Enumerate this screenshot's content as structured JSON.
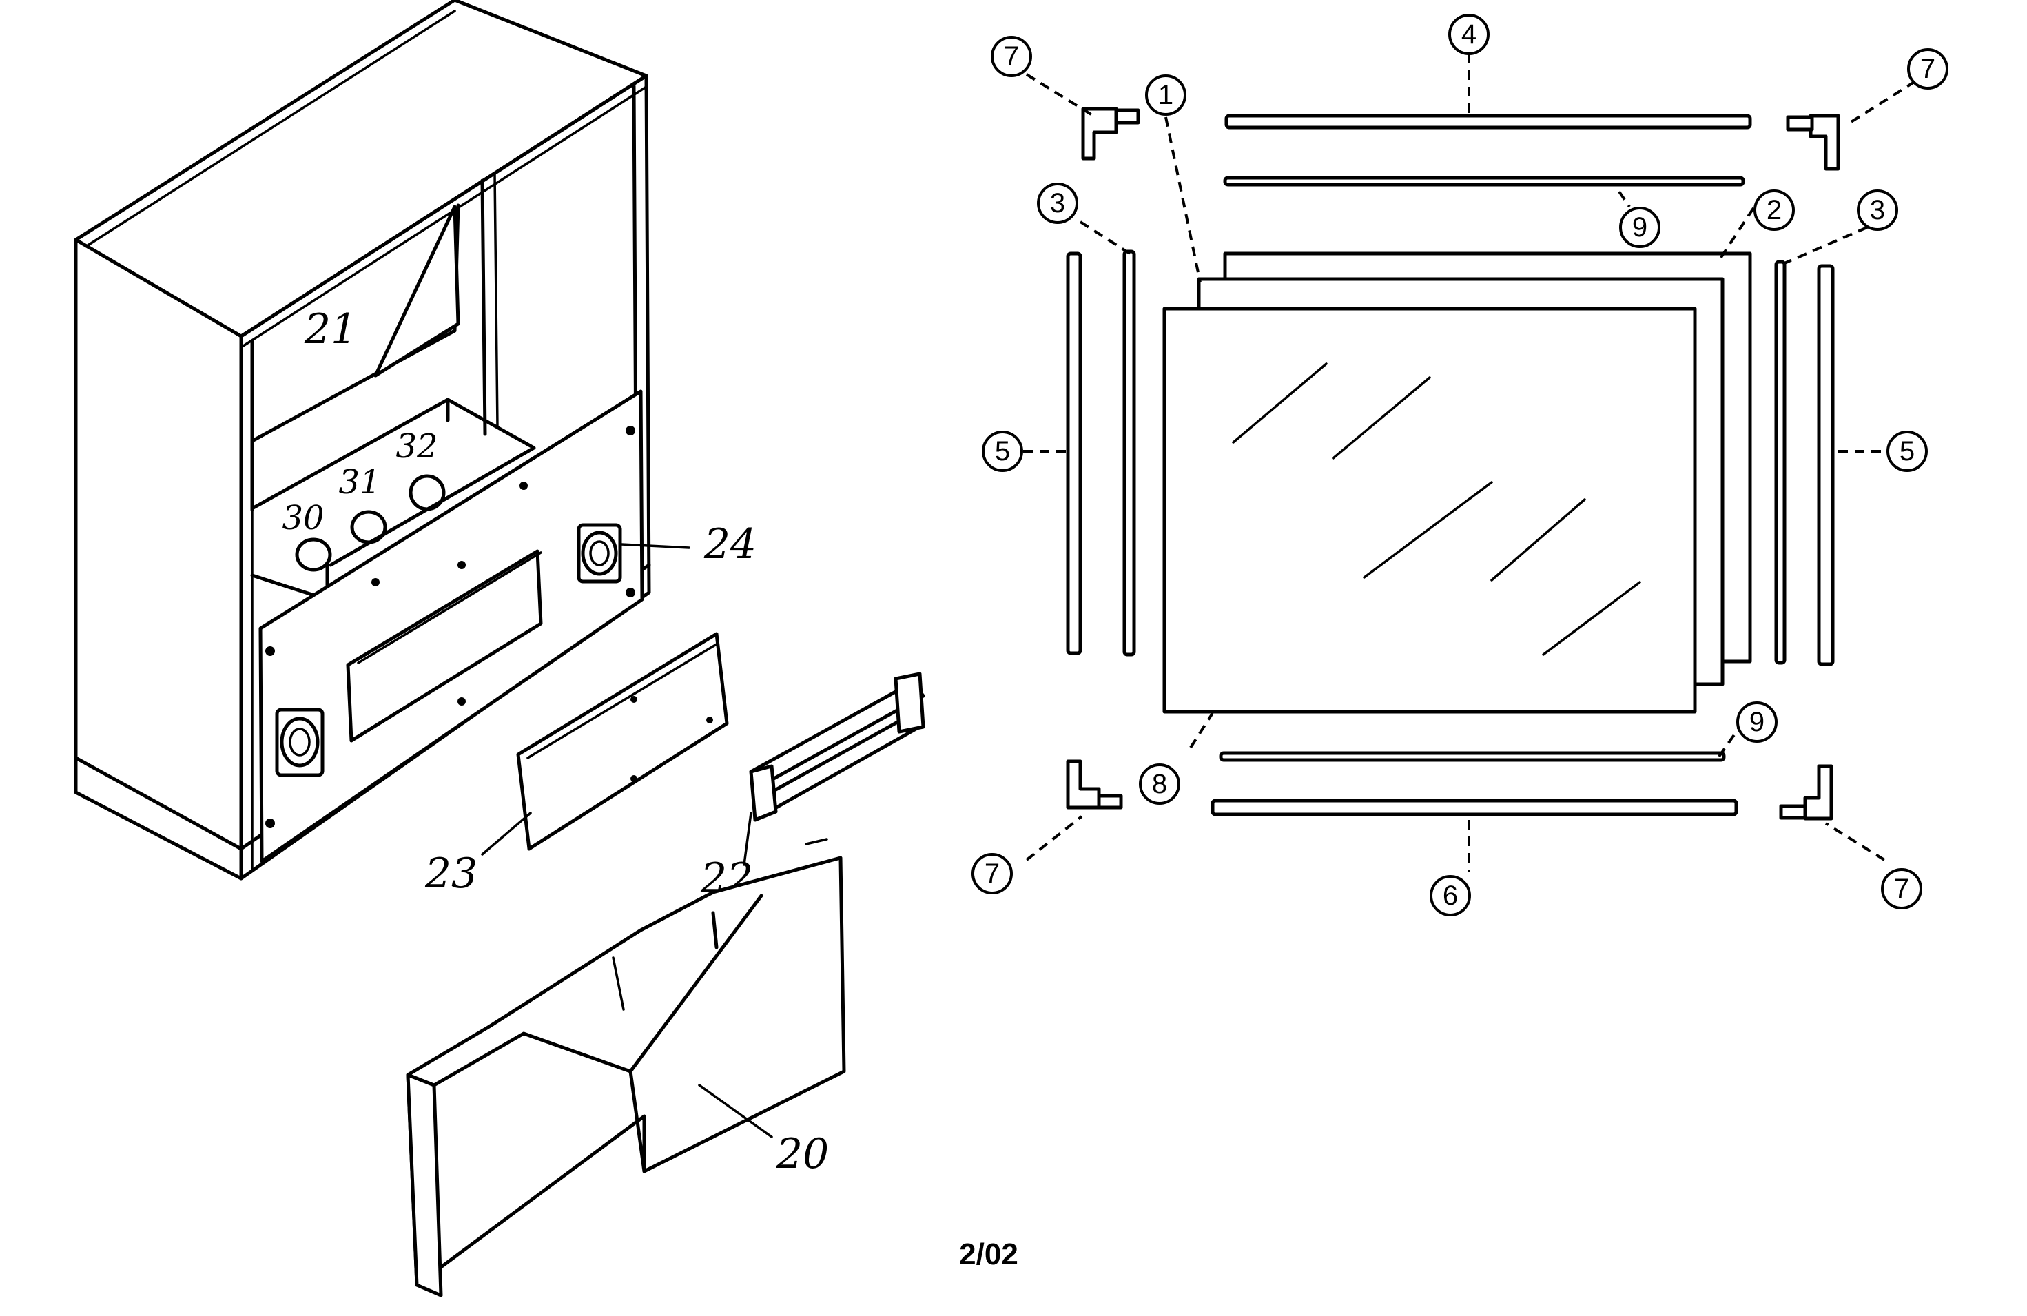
{
  "callouts": {
    "c1": "1",
    "c2": "2",
    "c3a": "3",
    "c3b": "3",
    "c4": "4",
    "c5a": "5",
    "c5b": "5",
    "c6": "6",
    "c7a": "7",
    "c7b": "7",
    "c7c": "7",
    "c7d": "7",
    "c8": "8",
    "c9a": "9",
    "c9b": "9"
  },
  "labels": {
    "l20": "20",
    "l21": "21",
    "l22": "22",
    "l23": "23",
    "l24": "24",
    "l30": "30",
    "l31": "31",
    "l32": "32"
  },
  "footer": {
    "code": "2/02"
  }
}
